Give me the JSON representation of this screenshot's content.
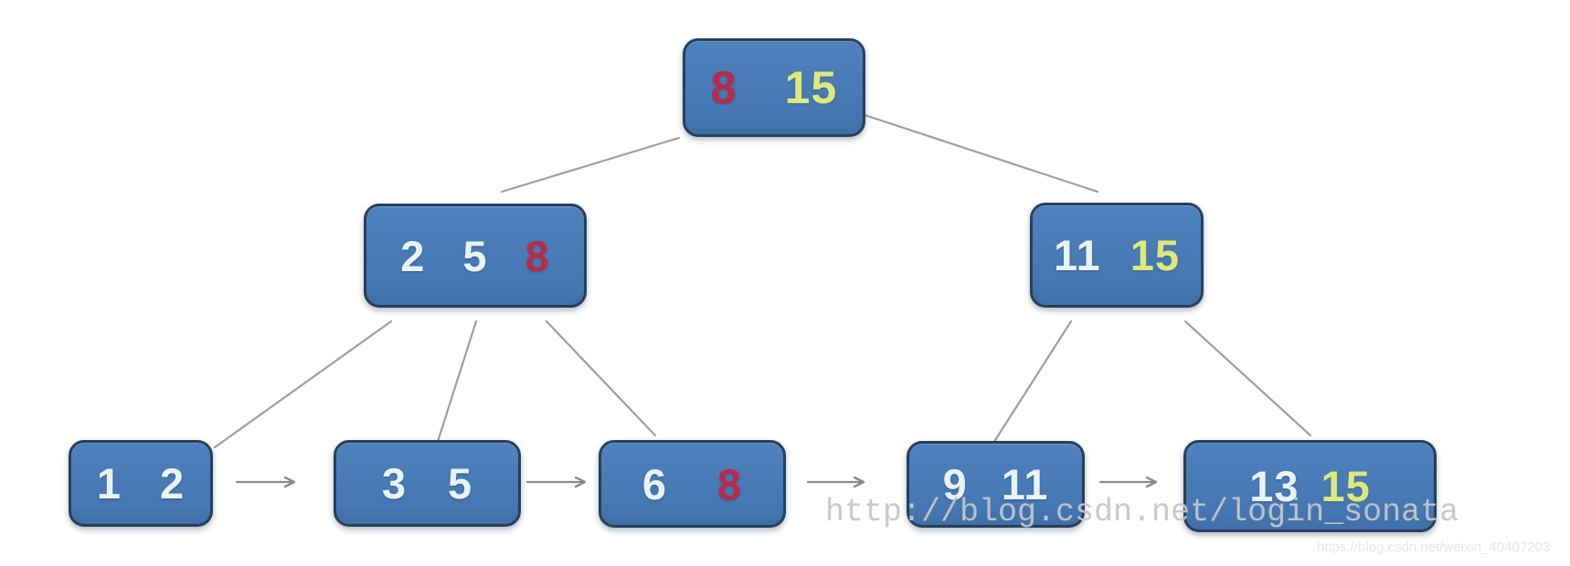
{
  "diagram": {
    "title_hint": "B+ tree after inserting keys (leaf nodes linked left to right)",
    "type": "b-plus-tree",
    "colors": {
      "node_fill": "#4a7db9",
      "node_border": "#28405a",
      "key_default": "#e9f3fb",
      "key_highlight_red": "#b72b4b",
      "key_highlight_yellow": "#dcea7d",
      "edge_line": "#9e9e9e",
      "arrow": "#8a8a8a",
      "background": "#ffffff"
    },
    "nodes": [
      {
        "id": "root",
        "role": "root",
        "level": 0,
        "keys": [
          {
            "v": "8",
            "c": "red"
          },
          {
            "v": "15",
            "c": "yellow"
          }
        ]
      },
      {
        "id": "internal-left",
        "role": "internal",
        "level": 1,
        "keys": [
          {
            "v": "2",
            "c": "white"
          },
          {
            "v": "5",
            "c": "white"
          },
          {
            "v": "8",
            "c": "red"
          }
        ]
      },
      {
        "id": "internal-right",
        "role": "internal",
        "level": 1,
        "keys": [
          {
            "v": "11",
            "c": "white"
          },
          {
            "v": "15",
            "c": "yellow"
          }
        ]
      },
      {
        "id": "leaf-1",
        "role": "leaf",
        "level": 2,
        "keys": [
          {
            "v": "1",
            "c": "white"
          },
          {
            "v": "2",
            "c": "white"
          }
        ]
      },
      {
        "id": "leaf-2",
        "role": "leaf",
        "level": 2,
        "keys": [
          {
            "v": "3",
            "c": "white"
          },
          {
            "v": "5",
            "c": "white"
          }
        ]
      },
      {
        "id": "leaf-3",
        "role": "leaf",
        "level": 2,
        "keys": [
          {
            "v": "6",
            "c": "white"
          },
          {
            "v": "8",
            "c": "red"
          }
        ]
      },
      {
        "id": "leaf-4",
        "role": "leaf",
        "level": 2,
        "keys": [
          {
            "v": "9",
            "c": "white"
          },
          {
            "v": "11",
            "c": "white"
          }
        ]
      },
      {
        "id": "leaf-5",
        "role": "leaf",
        "level": 2,
        "keys": [
          {
            "v": "13",
            "c": "white"
          },
          {
            "v": "15",
            "c": "yellow"
          }
        ]
      }
    ],
    "edges": [
      [
        "root",
        "internal-left"
      ],
      [
        "root",
        "internal-right"
      ],
      [
        "internal-left",
        "leaf-1"
      ],
      [
        "internal-left",
        "leaf-2"
      ],
      [
        "internal-left",
        "leaf-3"
      ],
      [
        "internal-right",
        "leaf-4"
      ],
      [
        "internal-right",
        "leaf-5"
      ]
    ],
    "leaf_chain": [
      "leaf-1",
      "leaf-2",
      "leaf-3",
      "leaf-4",
      "leaf-5"
    ],
    "watermarks": {
      "main": "http://blog.csdn.net/login_sonata",
      "small": "https://blog.csdn.net/weixin_40407203"
    }
  }
}
